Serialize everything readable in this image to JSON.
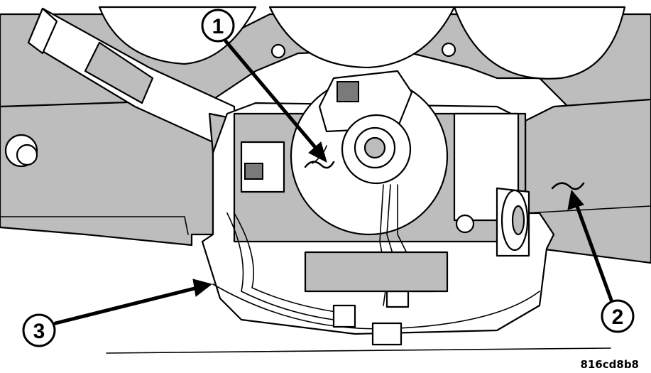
{
  "callouts": [
    {
      "id": "callout-1",
      "label": "1"
    },
    {
      "id": "callout-2",
      "label": "2"
    },
    {
      "id": "callout-3",
      "label": "3"
    }
  ],
  "figure_code": "816cd8b8",
  "colors": {
    "line": "#000000",
    "shade": "#bdbdbd",
    "background": "#ffffff"
  }
}
